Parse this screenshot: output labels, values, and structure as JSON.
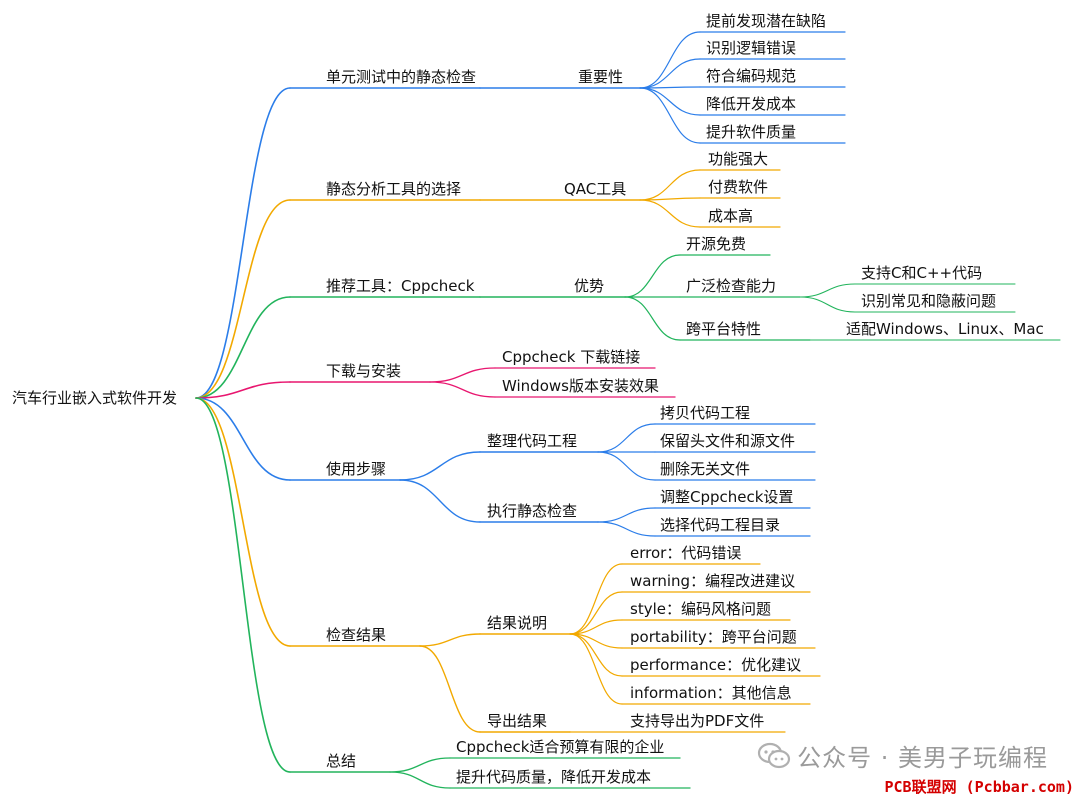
{
  "root": {
    "label": "汽车行业嵌入式软件开发"
  },
  "branches": [
    {
      "id": "b1",
      "label": "单元测试中的静态检查",
      "color": "#2b7de9",
      "sub": [
        {
          "label": "重要性",
          "leaves": [
            "提前发现潜在缺陷",
            "识别逻辑错误",
            "符合编码规范",
            "降低开发成本",
            "提升软件质量"
          ]
        }
      ]
    },
    {
      "id": "b2",
      "label": "静态分析工具的选择",
      "color": "#f2a900",
      "sub": [
        {
          "label": "QAC工具",
          "leaves": [
            "功能强大",
            "付费软件",
            "成本高"
          ]
        }
      ]
    },
    {
      "id": "b3",
      "label": "推荐工具：Cppcheck",
      "color": "#22b45c",
      "sub": [
        {
          "label": "优势",
          "items": [
            {
              "label": "开源免费"
            },
            {
              "label": "广泛检查能力",
              "leaves": [
                "支持C和C++代码",
                "识别常见和隐蔽问题"
              ]
            },
            {
              "label": "跨平台特性",
              "leaves": [
                "适配Windows、Linux、Mac"
              ]
            }
          ]
        }
      ]
    },
    {
      "id": "b4",
      "label": "下载与安装",
      "color": "#e8166f",
      "leaves": [
        "Cppcheck 下载链接",
        "Windows版本安装效果"
      ]
    },
    {
      "id": "b5",
      "label": "使用步骤",
      "color": "#2b7de9",
      "sub": [
        {
          "label": "整理代码工程",
          "leaves": [
            "拷贝代码工程",
            "保留头文件和源文件",
            "删除无关文件"
          ]
        },
        {
          "label": "执行静态检查",
          "leaves": [
            "调整Cppcheck设置",
            "选择代码工程目录"
          ]
        }
      ]
    },
    {
      "id": "b6",
      "label": "检查结果",
      "color": "#f2a900",
      "sub": [
        {
          "label": "结果说明",
          "leaves": [
            "error：代码错误",
            "warning：编程改进建议",
            "style：编码风格问题",
            "portability：跨平台问题",
            "performance：优化建议",
            "information：其他信息"
          ]
        },
        {
          "label": "导出结果",
          "leaves": [
            "支持导出为PDF文件"
          ]
        }
      ]
    },
    {
      "id": "b7",
      "label": "总结",
      "color": "#22b45c",
      "leaves": [
        "Cppcheck适合预算有限的企业",
        "提升代码质量，降低开发成本"
      ]
    }
  ],
  "watermark": {
    "text": "公众号 · 美男子玩编程",
    "icon": "wechat-icon"
  },
  "footer": {
    "text": "PCB联盟网 (Pcbbar.com)",
    "color": "#d40000"
  }
}
